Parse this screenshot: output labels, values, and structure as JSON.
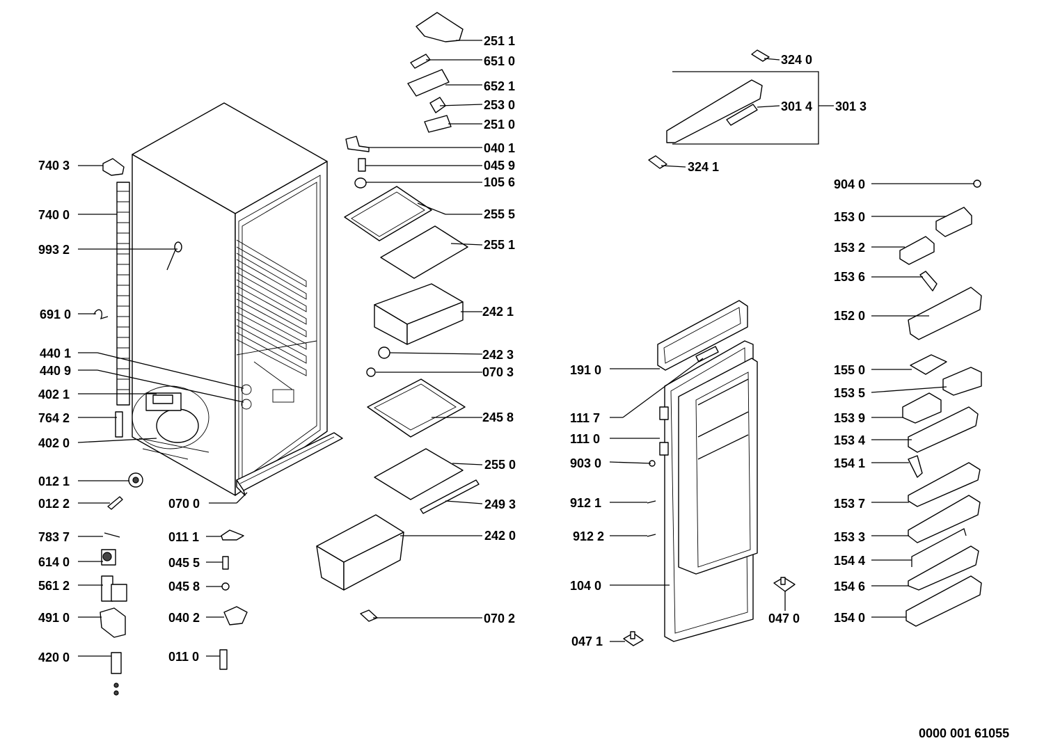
{
  "labels": {
    "l2511": "251 1",
    "l6510": "651 0",
    "l6521": "652 1",
    "l2530": "253 0",
    "l2510": "251 0",
    "l0401": "040 1",
    "l0459": "045 9",
    "l1056": "105 6",
    "l2555": "255 5",
    "l2551": "255 1",
    "l2421": "242 1",
    "l2423": "242 3",
    "l0703": "070 3",
    "l2458": "245 8",
    "l2550": "255 0",
    "l2493": "249 3",
    "l2420": "242 0",
    "l0702": "070 2",
    "l7403": "740 3",
    "l7400": "740 0",
    "l9932": "993 2",
    "l6910": "691 0",
    "l4401": "440 1",
    "l4409": "440 9",
    "l4021": "402 1",
    "l7642": "764 2",
    "l4020": "402 0",
    "l0121": "012 1",
    "l0122": "012 2",
    "l7837": "783 7",
    "l6140": "614 0",
    "l5612": "561 2",
    "l4910": "491 0",
    "l4200": "420 0",
    "l0700": "070 0",
    "l0111": "011 1",
    "l0455": "045 5",
    "l0458": "045 8",
    "l0402": "040 2",
    "l0110": "011 0",
    "l3240": "324 0",
    "l3014": "301 4",
    "l3013": "301 3",
    "l3241": "324 1",
    "l1910": "191 0",
    "l1117": "111 7",
    "l1110": "111 0",
    "l9030": "903 0",
    "l9121": "912 1",
    "l9122": "912 2",
    "l1040": "104 0",
    "l0470": "047 0",
    "l0471": "047 1",
    "l9040": "904 0",
    "l1530": "153 0",
    "l1532": "153 2",
    "l1536": "153 6",
    "l1520": "152 0",
    "l1550": "155 0",
    "l1535": "153 5",
    "l1539": "153 9",
    "l1534": "153 4",
    "l1541": "154 1",
    "l1537": "153 7",
    "l1533": "153 3",
    "l1544": "154 4",
    "l1546": "154 6",
    "l1540": "154 0"
  },
  "doc_number": "0000 001 61055"
}
